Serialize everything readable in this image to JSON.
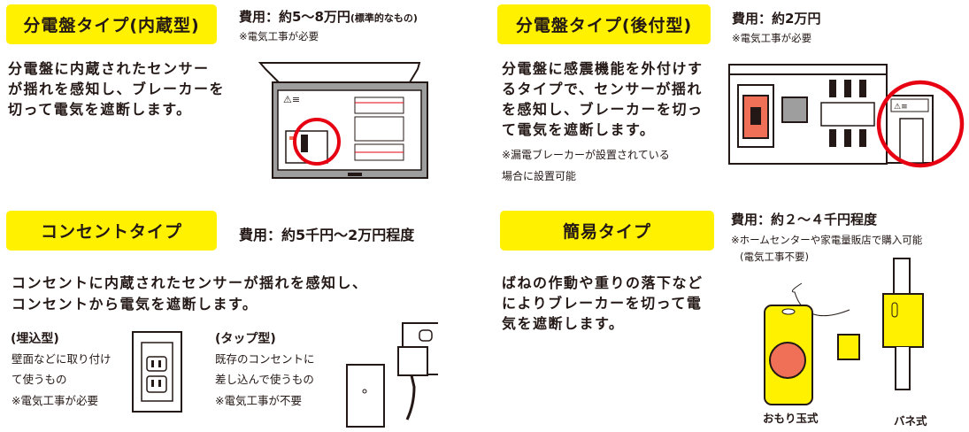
{
  "sections": [
    {
      "title": "分電盤タイプ(内蔵型)",
      "cost": "費用：約5〜8万円",
      "cost_suffix": "(標準的なもの)",
      "note": "※電気工事が必要",
      "description": "分電盤に内蔵されたセンサー\nが揺れを感知し、ブレーカーを\n切って電気を遮断します。"
    },
    {
      "title": "分電盤タイプ(後付型)",
      "cost": "費用：約2万円",
      "note": "※電気工事が必要",
      "description": "分電盤に感震機能を外付けす\nるタイプで、センサーが揺れ\nを感知し、ブレーカーを切っ\nて電気を遮断します。",
      "sub_note": "※漏電ブレーカーが設置されている\n場合に設置可能"
    },
    {
      "title": "コンセントタイプ",
      "cost": "費用：約5千円〜2万円程度",
      "description": "コンセントに内蔵されたセンサーが揺れを感知し、\nコンセントから電気を遮断します。",
      "variants": [
        {
          "heading": "(埋込型)",
          "text": "壁面などに取り付け\nて使うもの",
          "note": "※電気工事が必要"
        },
        {
          "heading": "(タップ型)",
          "text": "既存のコンセントに\n差し込んで使うもの",
          "note": "※電気工事が不要"
        }
      ]
    },
    {
      "title": "簡易タイプ",
      "cost": "費用：約２〜４千円程度",
      "note": "※ホームセンターや家電量販店で購入可能",
      "note2": "(電気工事不要)",
      "description": "ばねの作動や重りの落下など\nによりブレーカーを切って電\n気を遮断します。",
      "captions": [
        "おもり玉式",
        "バネ式"
      ]
    }
  ],
  "colors": {
    "label_bg": "#fff100",
    "highlight_ring": "#e60012",
    "accent": "#f07057",
    "panel_gray": "#9e9e9f"
  }
}
